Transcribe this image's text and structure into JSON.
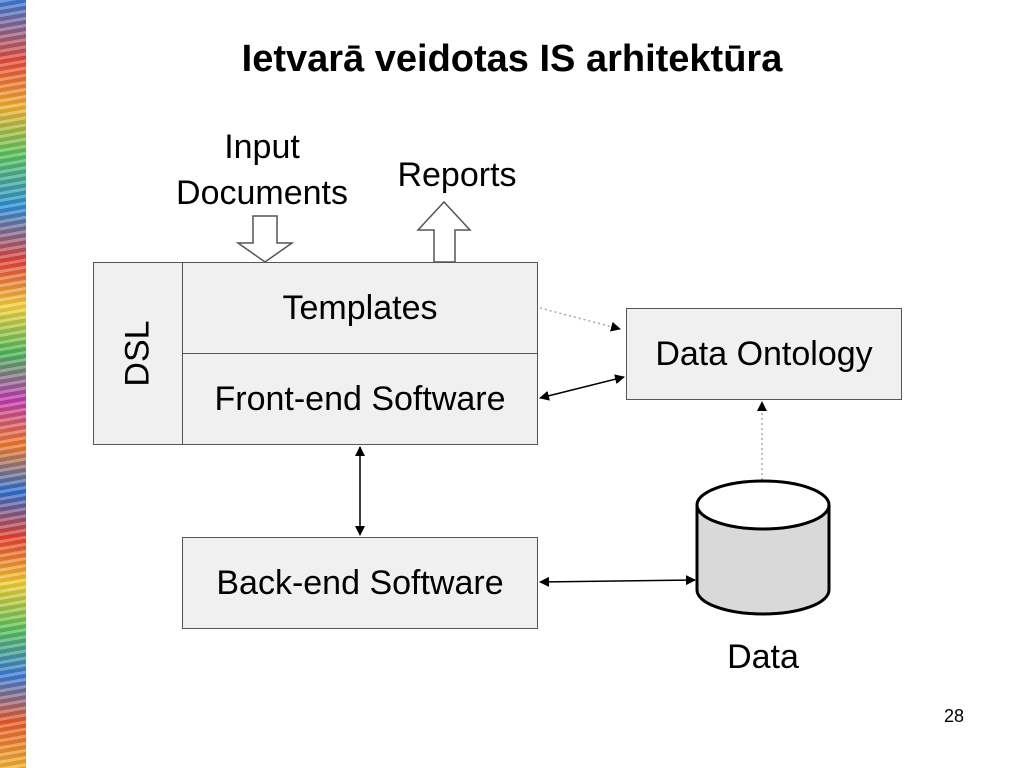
{
  "slide": {
    "title": "Ietvarā veidotas IS arhitektūra",
    "page_number": "28"
  },
  "diagram": {
    "dsl": "DSL",
    "templates": "Templates",
    "front_end": "Front-end Software",
    "back_end": "Back-end Software",
    "data_ontology": "Data Ontology",
    "data": "Data",
    "input_documents_line1": "Input",
    "input_documents_line2": "Documents",
    "reports": "Reports"
  },
  "colors": {
    "box_fill": "#f0f0f0",
    "cylinder_fill": "#d9d9d9"
  }
}
